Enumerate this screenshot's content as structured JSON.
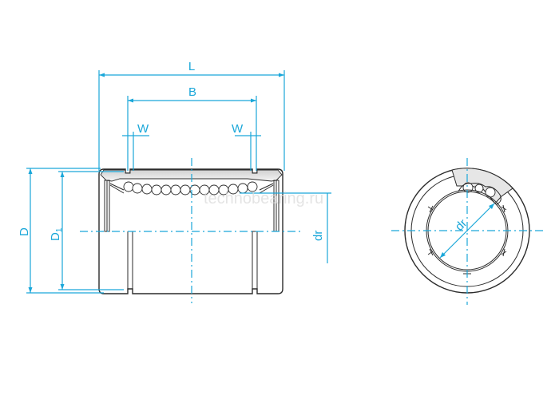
{
  "diagram": {
    "type": "linear bearing technical drawing",
    "views": [
      "side-section",
      "end-view"
    ],
    "labels": {
      "L": "L",
      "B": "B",
      "W_left": "W",
      "W_right": "W",
      "D": "D",
      "D1": "D",
      "D1_sub": "1",
      "dr_side": "dr",
      "dr_end": "dr"
    },
    "watermark": "technobearing.ru",
    "colors": {
      "dimension": "#1aa7d9",
      "outline": "#2b2b2b",
      "shade": "#e6e6e6",
      "background": "#ffffff"
    }
  }
}
